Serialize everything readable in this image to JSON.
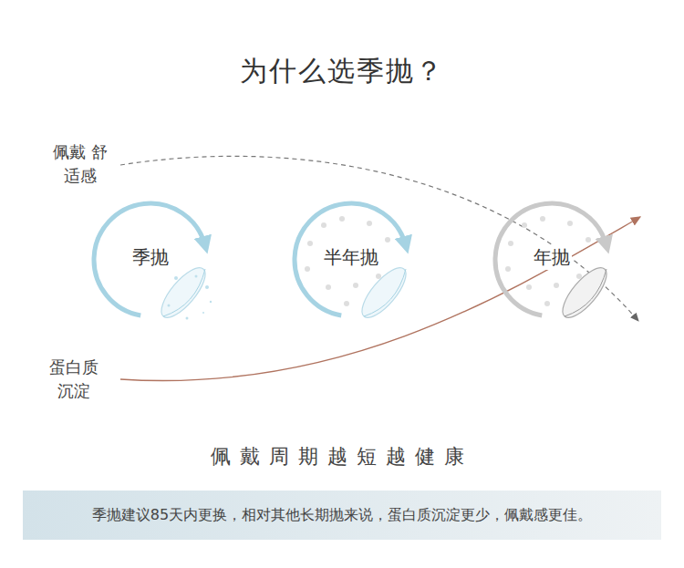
{
  "diagram": {
    "title": "为什么选季抛？",
    "nodes": [
      {
        "text": [
          "季抛"
        ]
      },
      {
        "text": [
          "半年抛"
        ]
      },
      {
        "text": [
          "年抛"
        ]
      },
      {
        "text": [
          "季抛建议85天内更换，相对其他长期抛来说，蛋白质沉淀更少，佩戴感更佳。"
        ]
      }
    ],
    "labels": [
      "佩戴 舒适感",
      "蛋白质 沉淀",
      "佩戴周期越短越健康"
    ]
  }
}
